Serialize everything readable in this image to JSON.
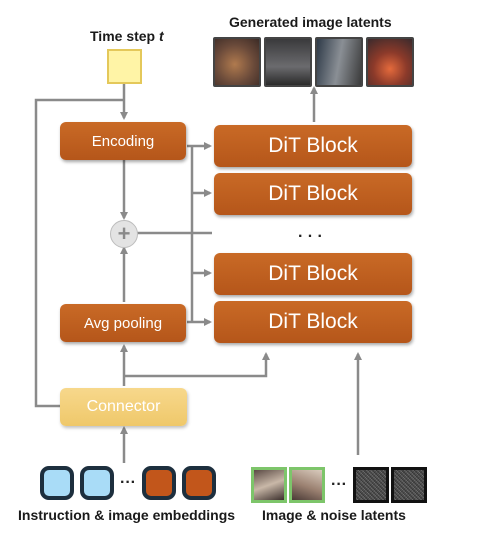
{
  "labels": {
    "time_step": "Time step",
    "time_step_var": "t",
    "generated": "Generated image latents",
    "instruction": "Instruction & image embeddings",
    "image_noise": "Image & noise latents",
    "vertical_dots": "· · ·",
    "token_dots": "···",
    "latent_dots": "···"
  },
  "boxes": {
    "encoding": "Encoding",
    "avg_pooling": "Avg pooling",
    "connector": "Connector",
    "plus": "+"
  },
  "dit_blocks": [
    "DiT Block",
    "DiT Block",
    "DiT Block",
    "DiT Block"
  ],
  "colors": {
    "block_orange": "#b5561a",
    "connector_yellow": "#efc86a",
    "time_yellow": "#fff4a6",
    "token_blue": "#a9dcf7",
    "token_orange": "#c2561b",
    "image_latent_border": "#7dc56a",
    "arrow_gray": "#8a8a8a"
  }
}
